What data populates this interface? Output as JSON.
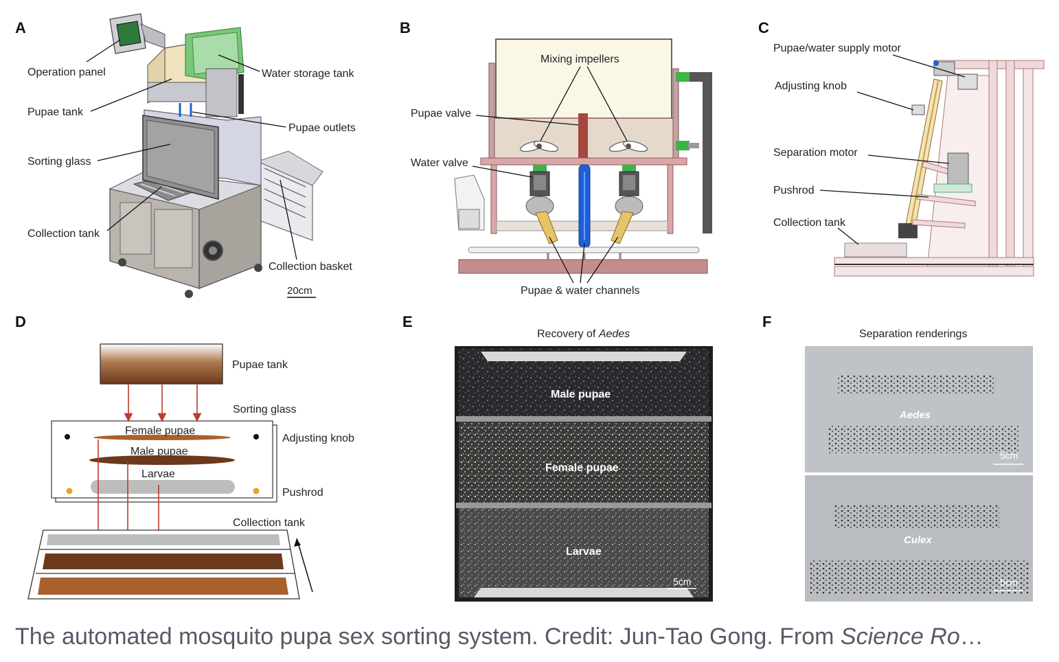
{
  "panels": {
    "A": {
      "letter": "A",
      "labels": {
        "operation_panel": "Operation panel",
        "water_storage_tank": "Water storage tank",
        "pupae_tank": "Pupae tank",
        "pupae_outlets": "Pupae outlets",
        "sorting_glass": "Sorting glass",
        "collection_tank": "Collection tank",
        "collection_basket": "Collection basket",
        "scale_bar": "20cm"
      }
    },
    "B": {
      "letter": "B",
      "labels": {
        "mixing_impellers": "Mixing impellers",
        "pupae_valve": "Pupae valve",
        "water_valve": "Water valve",
        "channels": "Pupae & water channels"
      }
    },
    "C": {
      "letter": "C",
      "labels": {
        "supply_motor": "Pupae/water supply motor",
        "adjusting_knob": "Adjusting knob",
        "separation_motor": "Separation motor",
        "pushrod": "Pushrod",
        "collection_tank": "Collection tank"
      }
    },
    "D": {
      "letter": "D",
      "labels": {
        "pupae_tank": "Pupae tank",
        "sorting_glass": "Sorting glass",
        "female_pupae": "Female pupae",
        "male_pupae": "Male pupae",
        "larvae": "Larvae",
        "adjusting_knob": "Adjusting knob",
        "pushrod": "Pushrod",
        "collection_tank": "Collection tank"
      }
    },
    "E": {
      "letter": "E",
      "title_prefix": "Recovery of ",
      "title_italic": "Aedes",
      "labels": {
        "male_pupae": "Male pupae",
        "female_pupae": "Female pupae",
        "larvae": "Larvae",
        "scale_bar": "5cm"
      }
    },
    "F": {
      "letter": "F",
      "title": "Separation renderings",
      "labels": {
        "aedes": "Aedes",
        "culex": "Culex",
        "scale_bar_top": "5cm",
        "scale_bar_bottom": "5cm"
      }
    }
  },
  "caption": {
    "text": "The automated mosquito pupa sex sorting system. Credit: Jun-Tao Gong. From ",
    "italic": "Science Ro",
    "ellipsis": "…"
  },
  "colors": {
    "brown_dark": "#6b3a1c",
    "brown_mid": "#a8612d",
    "arrow_red": "#c0392b",
    "green": "#3cb44a",
    "blue": "#1f5fd6",
    "pink_frame": "#d9a7a7"
  }
}
